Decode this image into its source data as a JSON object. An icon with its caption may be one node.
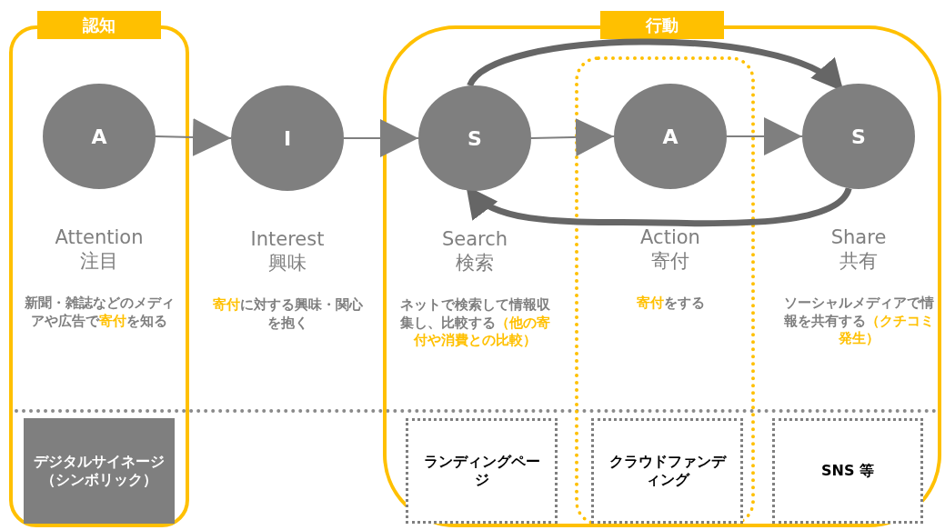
{
  "diagram": {
    "nodes": [
      {
        "text": [
          "認知"
        ]
      },
      {
        "text": [
          "行動"
        ]
      },
      {
        "text": [],
        "shape": "box",
        "in": 1
      },
      {
        "text": [
          "A"
        ],
        "in": 0,
        "beside": [
          "Attention 注目",
          "新聞・雑誌などのメディアや広告で**寄付**を知る"
        ]
      },
      {
        "text": [
          "I"
        ],
        "beside": [
          "Interest 興味",
          "**寄付**に対する興味・関心を抱く"
        ]
      },
      {
        "text": [
          "S"
        ],
        "in": 1,
        "beside": [
          "Search 検索",
          "ネットで検索して情報収集し、比較する**（他の寄付や消費との比較）**"
        ]
      },
      {
        "text": [
          "A"
        ],
        "in": 2,
        "beside": [
          "Action 寄付",
          "**寄付**をする"
        ]
      },
      {
        "text": [
          "S"
        ],
        "in": 1,
        "beside": [
          "Share 共有",
          "ソーシャルメディアで情報を共有する**（クチコミ発生）**"
        ]
      },
      {
        "text": [
          "デジタルサイネージ（シンボリック）"
        ],
        "in": 0
      },
      {
        "text": [
          "ランディングページ"
        ],
        "in": 1
      },
      {
        "text": [
          "クラウドファンディング"
        ],
        "in": 2
      },
      {
        "text": [
          "SNS 等"
        ],
        "in": 1
      }
    ],
    "edges": [
      {
        "from": 3,
        "to": 4,
        "arrow": "to"
      },
      {
        "from": 4,
        "to": 5,
        "arrow": "to"
      },
      {
        "from": 5,
        "to": 6,
        "arrow": "to"
      },
      {
        "from": 6,
        "to": 7,
        "arrow": "to"
      },
      {
        "from": 5,
        "to": 7,
        "arrow": "to",
        "style": "thick",
        "color": "#666666"
      },
      {
        "from": 7,
        "to": 5,
        "arrow": "to",
        "style": "thick",
        "color": "#666666"
      }
    ]
  }
}
